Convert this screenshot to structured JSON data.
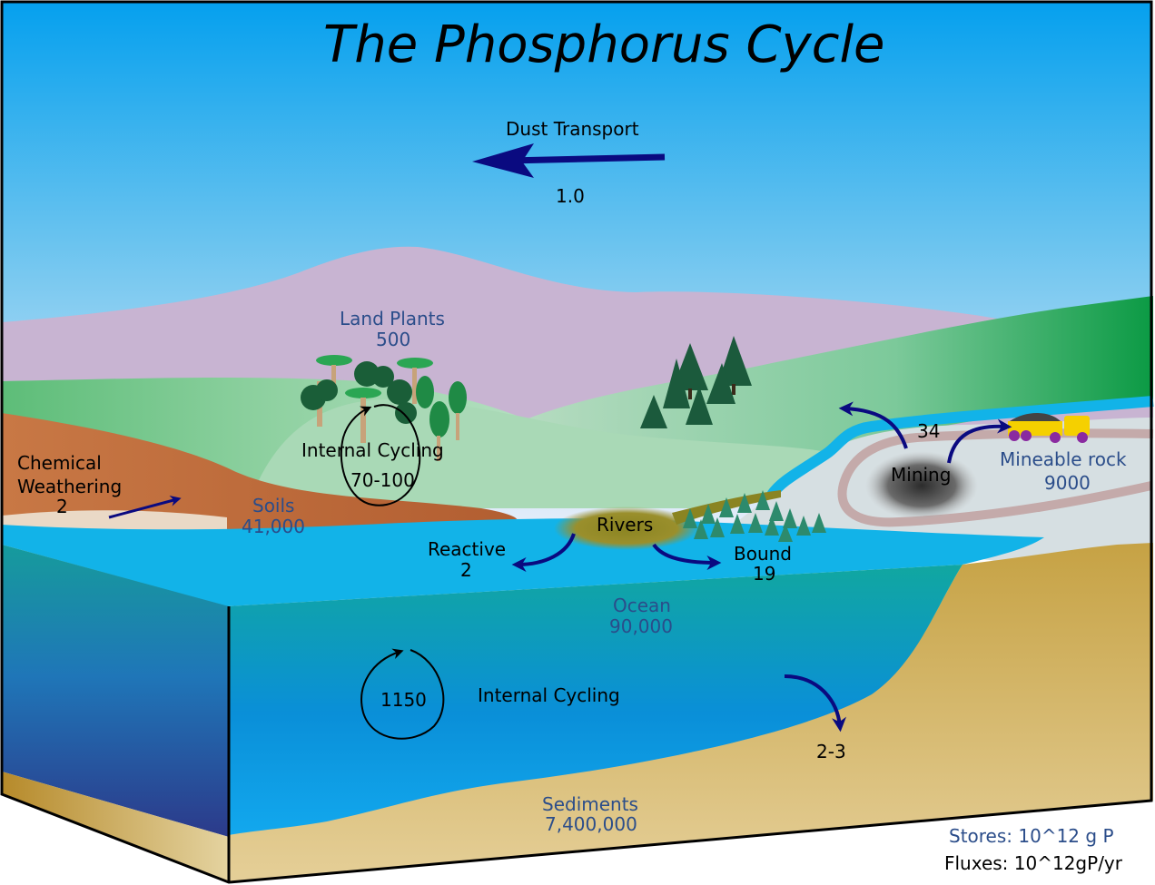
{
  "title": "The Phosphorus Cycle",
  "colors": {
    "sky_top": "#0aa0e8",
    "sky_bottom": "#e8ecf8",
    "mountain": "#c8b4d2",
    "hills": "#5cbd7a",
    "soil": "#b96a3a",
    "water": "#12b3e8",
    "ocean_deep": "#2a4d9a",
    "sediment": "#d9c38c",
    "arrow": "#0a0a80",
    "store_text": "#2b4d8a",
    "flux_text": "#000000"
  },
  "fluxes": {
    "dust": {
      "label": "Dust Transport",
      "value": "1.0"
    },
    "weathering": {
      "label_line1": "Chemical",
      "label_line2": "Weathering",
      "value": "2"
    },
    "land_internal": {
      "label": "Internal Cycling",
      "value": "70-100"
    },
    "mining": {
      "label": "Mining",
      "value": "34"
    },
    "rivers": {
      "label": "Rivers"
    },
    "reactive": {
      "label": "Reactive",
      "value": "2"
    },
    "bound": {
      "label": "Bound",
      "value": "19"
    },
    "ocean_internal": {
      "label": "Internal Cycling",
      "value": "1150"
    },
    "burial": {
      "value": "2-3"
    }
  },
  "stores": {
    "land_plants": {
      "label": "Land Plants",
      "value": "500"
    },
    "soils": {
      "label": "Soils",
      "value": "41,000"
    },
    "mineable_rock": {
      "label": "Mineable rock",
      "value": "9000"
    },
    "ocean": {
      "label": "Ocean",
      "value": "90,000"
    },
    "sediments": {
      "label": "Sediments",
      "value": "7,400,000"
    }
  },
  "legend": {
    "stores": "Stores: 10^12 g P",
    "fluxes": "Fluxes: 10^12gP/yr"
  }
}
